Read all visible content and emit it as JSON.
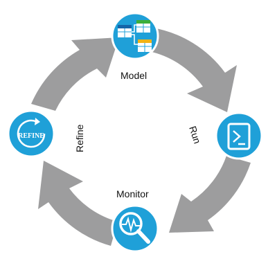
{
  "colors": {
    "arrow": "#9d9d9e",
    "node": "#1fa0d8",
    "node_stroke": "#ffffff",
    "icon": "#ffffff",
    "label": "#111111"
  },
  "cycle": {
    "steps": [
      {
        "label": "Model",
        "icon": "table-grid-icon"
      },
      {
        "label": "Run",
        "icon": "terminal-prompt-icon"
      },
      {
        "label": "Monitor",
        "icon": "magnifier-waveform-icon"
      },
      {
        "label": "Refine",
        "icon": "refine-circular-arrow-icon"
      }
    ],
    "refine_logo_text": "REFINE"
  }
}
